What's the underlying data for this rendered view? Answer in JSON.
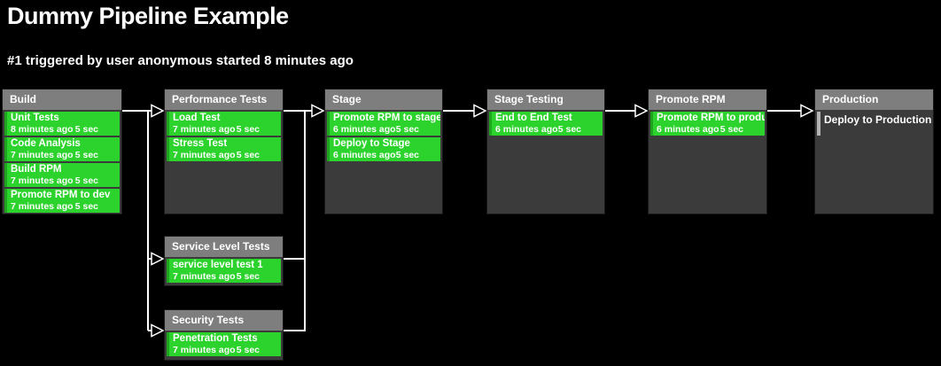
{
  "page": {
    "title": "Dummy Pipeline Example",
    "run_info": "#1 triggered by user anonymous started 8 minutes ago"
  },
  "colors": {
    "success_green": "#2cd32c",
    "success_accent_green": "#1fa41f",
    "stage_header_gray": "#7e7e7e",
    "stage_body_gray": "#3b3b3b",
    "pending_bar_gray": "#b3b3b3",
    "connector_white": "#ffffff"
  },
  "stages": [
    {
      "title": "Build",
      "jobs": [
        {
          "label": "Unit Tests",
          "started": "8 minutes ago",
          "duration": "5 sec",
          "status": "success"
        },
        {
          "label": "Code Analysis",
          "started": "7 minutes ago",
          "duration": "5 sec",
          "status": "success"
        },
        {
          "label": "Build RPM",
          "started": "7 minutes ago",
          "duration": "5 sec",
          "status": "success"
        },
        {
          "label": "Promote RPM to dev",
          "started": "7 minutes ago",
          "duration": "5 sec",
          "status": "success"
        }
      ]
    },
    {
      "title": "Performance Tests",
      "jobs": [
        {
          "label": "Load Test",
          "started": "7 minutes ago",
          "duration": "5 sec",
          "status": "success"
        },
        {
          "label": "Stress Test",
          "started": "7 minutes ago",
          "duration": "5 sec",
          "status": "success"
        }
      ]
    },
    {
      "title": "Stage",
      "jobs": [
        {
          "label": "Promote RPM to stage",
          "started": "6 minutes ago",
          "duration": "5 sec",
          "status": "success"
        },
        {
          "label": "Deploy to Stage",
          "started": "6 minutes ago",
          "duration": "5 sec",
          "status": "success"
        }
      ]
    },
    {
      "title": "Stage Testing",
      "jobs": [
        {
          "label": "End to End Test",
          "started": "6 minutes ago",
          "duration": "5 sec",
          "status": "success"
        }
      ]
    },
    {
      "title": "Promote RPM",
      "jobs": [
        {
          "label": "Promote RPM to production",
          "started": "6 minutes ago",
          "duration": "5 sec",
          "status": "success"
        }
      ]
    },
    {
      "title": "Production",
      "jobs": [
        {
          "label": "Deploy to Production",
          "status": "pending"
        }
      ]
    },
    {
      "title": "Service Level Tests",
      "jobs": [
        {
          "label": "service level test 1",
          "started": "7 minutes ago",
          "duration": "5 sec",
          "status": "success"
        }
      ]
    },
    {
      "title": "Security Tests",
      "jobs": [
        {
          "label": "Penetration Tests",
          "started": "7 minutes ago",
          "duration": "5 sec",
          "status": "success"
        }
      ]
    }
  ]
}
